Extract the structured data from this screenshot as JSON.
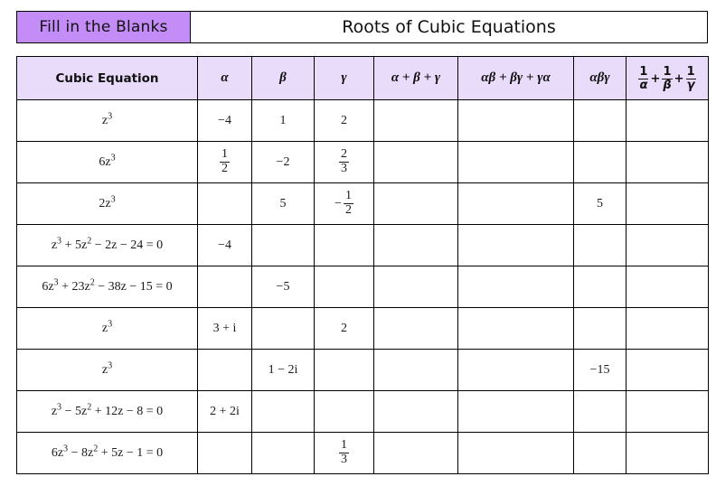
{
  "banner": {
    "tag": "Fill in the Blanks",
    "title": "Roots of Cubic Equations"
  },
  "table": {
    "headers": {
      "equation": "Cubic Equation",
      "alpha": "α",
      "beta": "β",
      "gamma": "γ",
      "sum": "α + β + γ",
      "pairsum": "αβ + βγ + γα",
      "product": "αβγ",
      "reciprocal_num": "1",
      "reciprocal_den_a": "α",
      "reciprocal_den_b": "β",
      "reciprocal_den_g": "γ",
      "reciprocal_plus": "+"
    },
    "rows": [
      {
        "equation_html": "z<span class='sup'>3</span>",
        "equation_text": "z³",
        "alpha": "−4",
        "beta": "1",
        "gamma": "2",
        "sum": "",
        "pairsum": "",
        "product": "",
        "reciprocal": ""
      },
      {
        "equation_html": "6z<span class='sup'>3</span>",
        "equation_text": "6z³",
        "alpha": "1/2",
        "alpha_type": "fraction",
        "alpha_num": "1",
        "alpha_den": "2",
        "beta": "−2",
        "gamma": "2/3",
        "gamma_type": "fraction",
        "gamma_num": "2",
        "gamma_den": "3",
        "sum": "",
        "pairsum": "",
        "product": "",
        "reciprocal": ""
      },
      {
        "equation_html": "2z<span class='sup'>3</span>",
        "equation_text": "2z³",
        "alpha": "",
        "beta": "5",
        "gamma": "−1/2",
        "gamma_type": "neg-fraction",
        "gamma_num": "1",
        "gamma_den": "2",
        "gamma_sign": "−",
        "sum": "",
        "pairsum": "",
        "product": "5",
        "reciprocal": ""
      },
      {
        "equation_html": "z<span class='sup'>3</span> + 5z<span class='sup'>2</span> − 2z − 24 = 0",
        "equation_text": "z³ + 5z² − 2z − 24 = 0",
        "alpha": "−4",
        "beta": "",
        "gamma": "",
        "sum": "",
        "pairsum": "",
        "product": "",
        "reciprocal": ""
      },
      {
        "equation_html": "6z<span class='sup'>3</span> + 23z<span class='sup'>2</span> − 38z − 15 = 0",
        "equation_text": "6z³ + 23z² − 38z − 15 = 0",
        "alpha": "",
        "beta": "−5",
        "gamma": "",
        "sum": "",
        "pairsum": "",
        "product": "",
        "reciprocal": ""
      },
      {
        "equation_html": "z<span class='sup'>3</span>",
        "equation_text": "z³",
        "alpha": "3 + i",
        "beta": "",
        "gamma": "2",
        "sum": "",
        "pairsum": "",
        "product": "",
        "reciprocal": ""
      },
      {
        "equation_html": "z<span class='sup'>3</span>",
        "equation_text": "z³",
        "alpha": "",
        "beta": "1 − 2i",
        "gamma": "",
        "sum": "",
        "pairsum": "",
        "product": "−15",
        "reciprocal": ""
      },
      {
        "equation_html": "z<span class='sup'>3</span> − 5z<span class='sup'>2</span> + 12z − 8 = 0",
        "equation_text": "z³ − 5z² + 12z − 8 = 0",
        "alpha": "2 + 2i",
        "beta": "",
        "gamma": "",
        "sum": "",
        "pairsum": "",
        "product": "",
        "reciprocal": ""
      },
      {
        "equation_html": "6z<span class='sup'>3</span> − 8z<span class='sup'>2</span> + 5z − 1 = 0",
        "equation_text": "6z³ − 8z² + 5z − 1 = 0",
        "alpha": "",
        "beta": "",
        "gamma": "1/3",
        "gamma_type": "fraction",
        "gamma_num": "1",
        "gamma_den": "3",
        "sum": "",
        "pairsum": "",
        "product": "",
        "reciprocal": ""
      }
    ]
  },
  "colors": {
    "banner_tag_bg": "#c48cf7",
    "header_bg": "#e9dcfb",
    "border": "#000000",
    "text": "#1a1a1a"
  }
}
